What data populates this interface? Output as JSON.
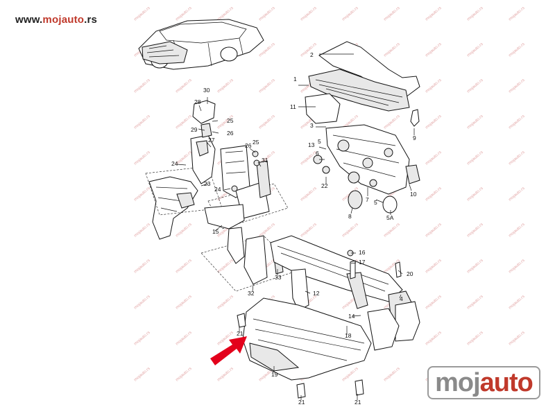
{
  "site": {
    "url_prefix": "www.",
    "url_brand": "mojauto",
    "url_suffix": ".rs"
  },
  "logo": {
    "part1": "moj",
    "part2": "auto"
  },
  "watermark": {
    "text": "mojauto.rs"
  },
  "colors": {
    "arrow": "#e3001b",
    "brand_red": "#c0392b",
    "logo_gray": "#8a8a8a"
  },
  "part_labels": [
    "1",
    "2",
    "3",
    "4",
    "5",
    "5A",
    "6",
    "7",
    "8",
    "9",
    "10",
    "11",
    "12",
    "13",
    "14",
    "15",
    "16",
    "17",
    "18",
    "19",
    "20",
    "21",
    "22",
    "23",
    "24",
    "25",
    "26",
    "27",
    "28",
    "29",
    "30",
    "31",
    "32",
    "33"
  ],
  "callouts": [
    {
      "text": "2"
    },
    {
      "text": "1"
    },
    {
      "text": "11"
    },
    {
      "text": "3"
    },
    {
      "text": "9"
    },
    {
      "text": "13"
    },
    {
      "text": "5"
    },
    {
      "text": "6"
    },
    {
      "text": "22"
    },
    {
      "text": "7"
    },
    {
      "text": "5"
    },
    {
      "text": "8"
    },
    {
      "text": "5A"
    },
    {
      "text": "10"
    },
    {
      "text": "30"
    },
    {
      "text": "28"
    },
    {
      "text": "25"
    },
    {
      "text": "29"
    },
    {
      "text": "26"
    },
    {
      "text": "27"
    },
    {
      "text": "26"
    },
    {
      "text": "25"
    },
    {
      "text": "24"
    },
    {
      "text": "31"
    },
    {
      "text": "23"
    },
    {
      "text": "24"
    },
    {
      "text": "15"
    },
    {
      "text": "16"
    },
    {
      "text": "17"
    },
    {
      "text": "20"
    },
    {
      "text": "33"
    },
    {
      "text": "32"
    },
    {
      "text": "12"
    },
    {
      "text": "4"
    },
    {
      "text": "14"
    },
    {
      "text": "18"
    },
    {
      "text": "21"
    },
    {
      "text": "19"
    },
    {
      "text": "21"
    },
    {
      "text": "21"
    }
  ]
}
